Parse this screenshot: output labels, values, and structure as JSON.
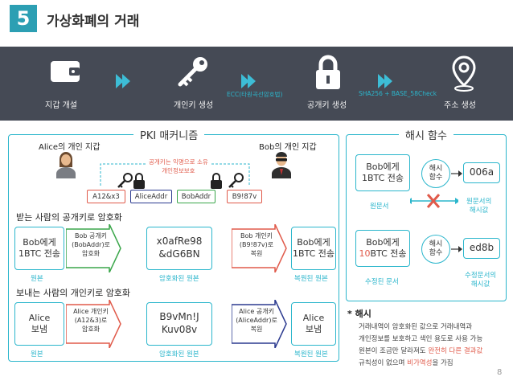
{
  "header": {
    "number": "5",
    "title": "가상화폐의 거래"
  },
  "flow": {
    "steps": [
      {
        "label": "지갑 개설",
        "icon": "wallet-icon"
      },
      {
        "label": "개인키 생성",
        "icon": "key-icon"
      },
      {
        "label": "공개키 생성",
        "icon": "padlock-icon"
      },
      {
        "label": "주소 생성",
        "icon": "location-pin-icon"
      }
    ],
    "note_ecc": "ECC(타원곡선암호법)",
    "note_sha": "SHA256 + BASE_58Check"
  },
  "pki": {
    "title": "PKI 매커니즘",
    "alice_wallet": "Alice의 개인 지갑",
    "bob_wallet": "Bob의 개인 지갑",
    "anon_note_1": "공개키는 익명으로 소유",
    "anon_note_2": "개인정보보호",
    "keys": [
      "A12&x3",
      "AliceAddr",
      "BobAddr",
      "B9!87v"
    ],
    "section_public": "받는 사람의 공개키로 암호화",
    "section_private": "보내는 사람의 개인키로 암호화",
    "row1": {
      "original": "Bob에게\n1BTC 전송",
      "arrow1": "Bob 공개키\n(BobAddr)로\n암호화",
      "encrypted": "x0afRe98\n&dG6BN",
      "arrow2": "Bob 개인키\n(B9!87v)로\n복원",
      "restored": "Bob에게\n1BTC 전송",
      "cap_original": "원본",
      "cap_encrypted": "암호화된 원본",
      "cap_restored": "복원된 원본"
    },
    "row2": {
      "original": "Alice\n보냄",
      "arrow1": "Alice 개인키\n(A12&3)로\n암호화",
      "encrypted": "B9vMn!J\nKuv08v",
      "arrow2": "Alice 공개키\n(AliceAddr)로\n복원",
      "restored": "Alice\n보냄",
      "cap_original": "원본",
      "cap_encrypted": "암호화된 원본",
      "cap_restored": "복원된 원본"
    }
  },
  "hash": {
    "title": "해시 함수",
    "row1": {
      "doc": "Bob에게\n1BTC 전송",
      "func": "해시\n함수",
      "value": "006a",
      "cap_doc": "원문서",
      "cap_value": "원문서의\n해시값"
    },
    "row2": {
      "doc_line1": "Bob에게",
      "doc_line2_red": "10",
      "doc_line2_rest": "BTC 전송",
      "func": "해시\n함수",
      "value": "ed8b",
      "cap_doc": "수정된 문서",
      "cap_value": "수정문서의\n해시값"
    },
    "note_title": "* 해시",
    "note_lines": [
      {
        "a": "거래내역이 암호화된 값으로 거래내역과",
        "red": "",
        "b": ""
      },
      {
        "a": "개인정보를 보호하고 색인 용도로 사용 가능",
        "red": "",
        "b": ""
      },
      {
        "a": "원본이 조금만 달라져도 ",
        "red": "완전히 다른 결과값",
        "b": ""
      },
      {
        "a": "규칙성이 없으며 ",
        "red": "비가역성",
        "b": "을 가짐"
      }
    ]
  },
  "page_number": "8",
  "colors": {
    "teal": "#2bb6cc",
    "dark": "#454a55",
    "green": "#3aa64a",
    "red": "#e05a4a",
    "navy": "#2b3a8f",
    "gray": "#7f7f7f"
  }
}
